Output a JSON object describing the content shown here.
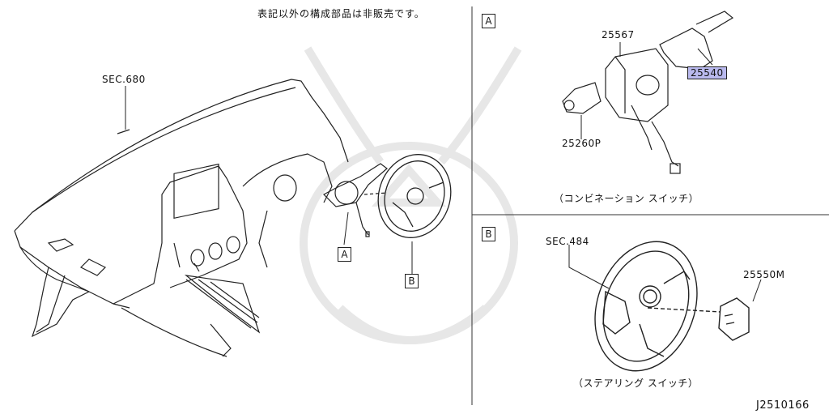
{
  "header_note": "表記以外の構成部品は非販売です。",
  "callouts": {
    "sec680": "SEC.680",
    "sec484": "SEC.484",
    "box_a": "A",
    "box_b": "B"
  },
  "panel_a": {
    "box": "A",
    "parts": [
      "25567",
      "25540",
      "25260P"
    ],
    "caption": "（コンビネーション スイッチ）",
    "highlighted_part": "25540"
  },
  "panel_b": {
    "box": "B",
    "parts": [
      "25550M"
    ],
    "caption": "（ステアリング スイッチ）"
  },
  "diagram_id": "J2510166",
  "colors": {
    "line": "#222222",
    "highlight": "#b9b9ee",
    "watermark": "#e6e6e6"
  }
}
